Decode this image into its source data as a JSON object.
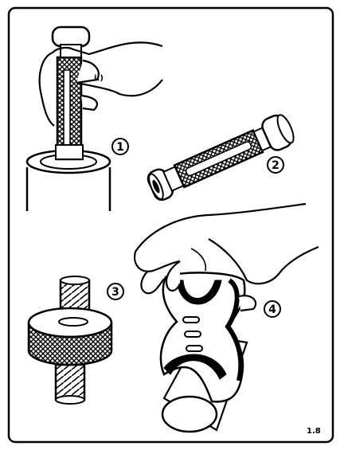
{
  "figure": {
    "label": "1.8",
    "panels": [
      {
        "number": "1",
        "icon": "gauge-in-bore-icon"
      },
      {
        "number": "2",
        "icon": "plug-gauge-icon"
      },
      {
        "number": "3",
        "icon": "threaded-knurled-stud-icon"
      },
      {
        "number": "4",
        "icon": "snap-gauge-on-shaft-icon"
      }
    ]
  },
  "colors": {
    "ink": "#000000",
    "paper": "#ffffff"
  }
}
